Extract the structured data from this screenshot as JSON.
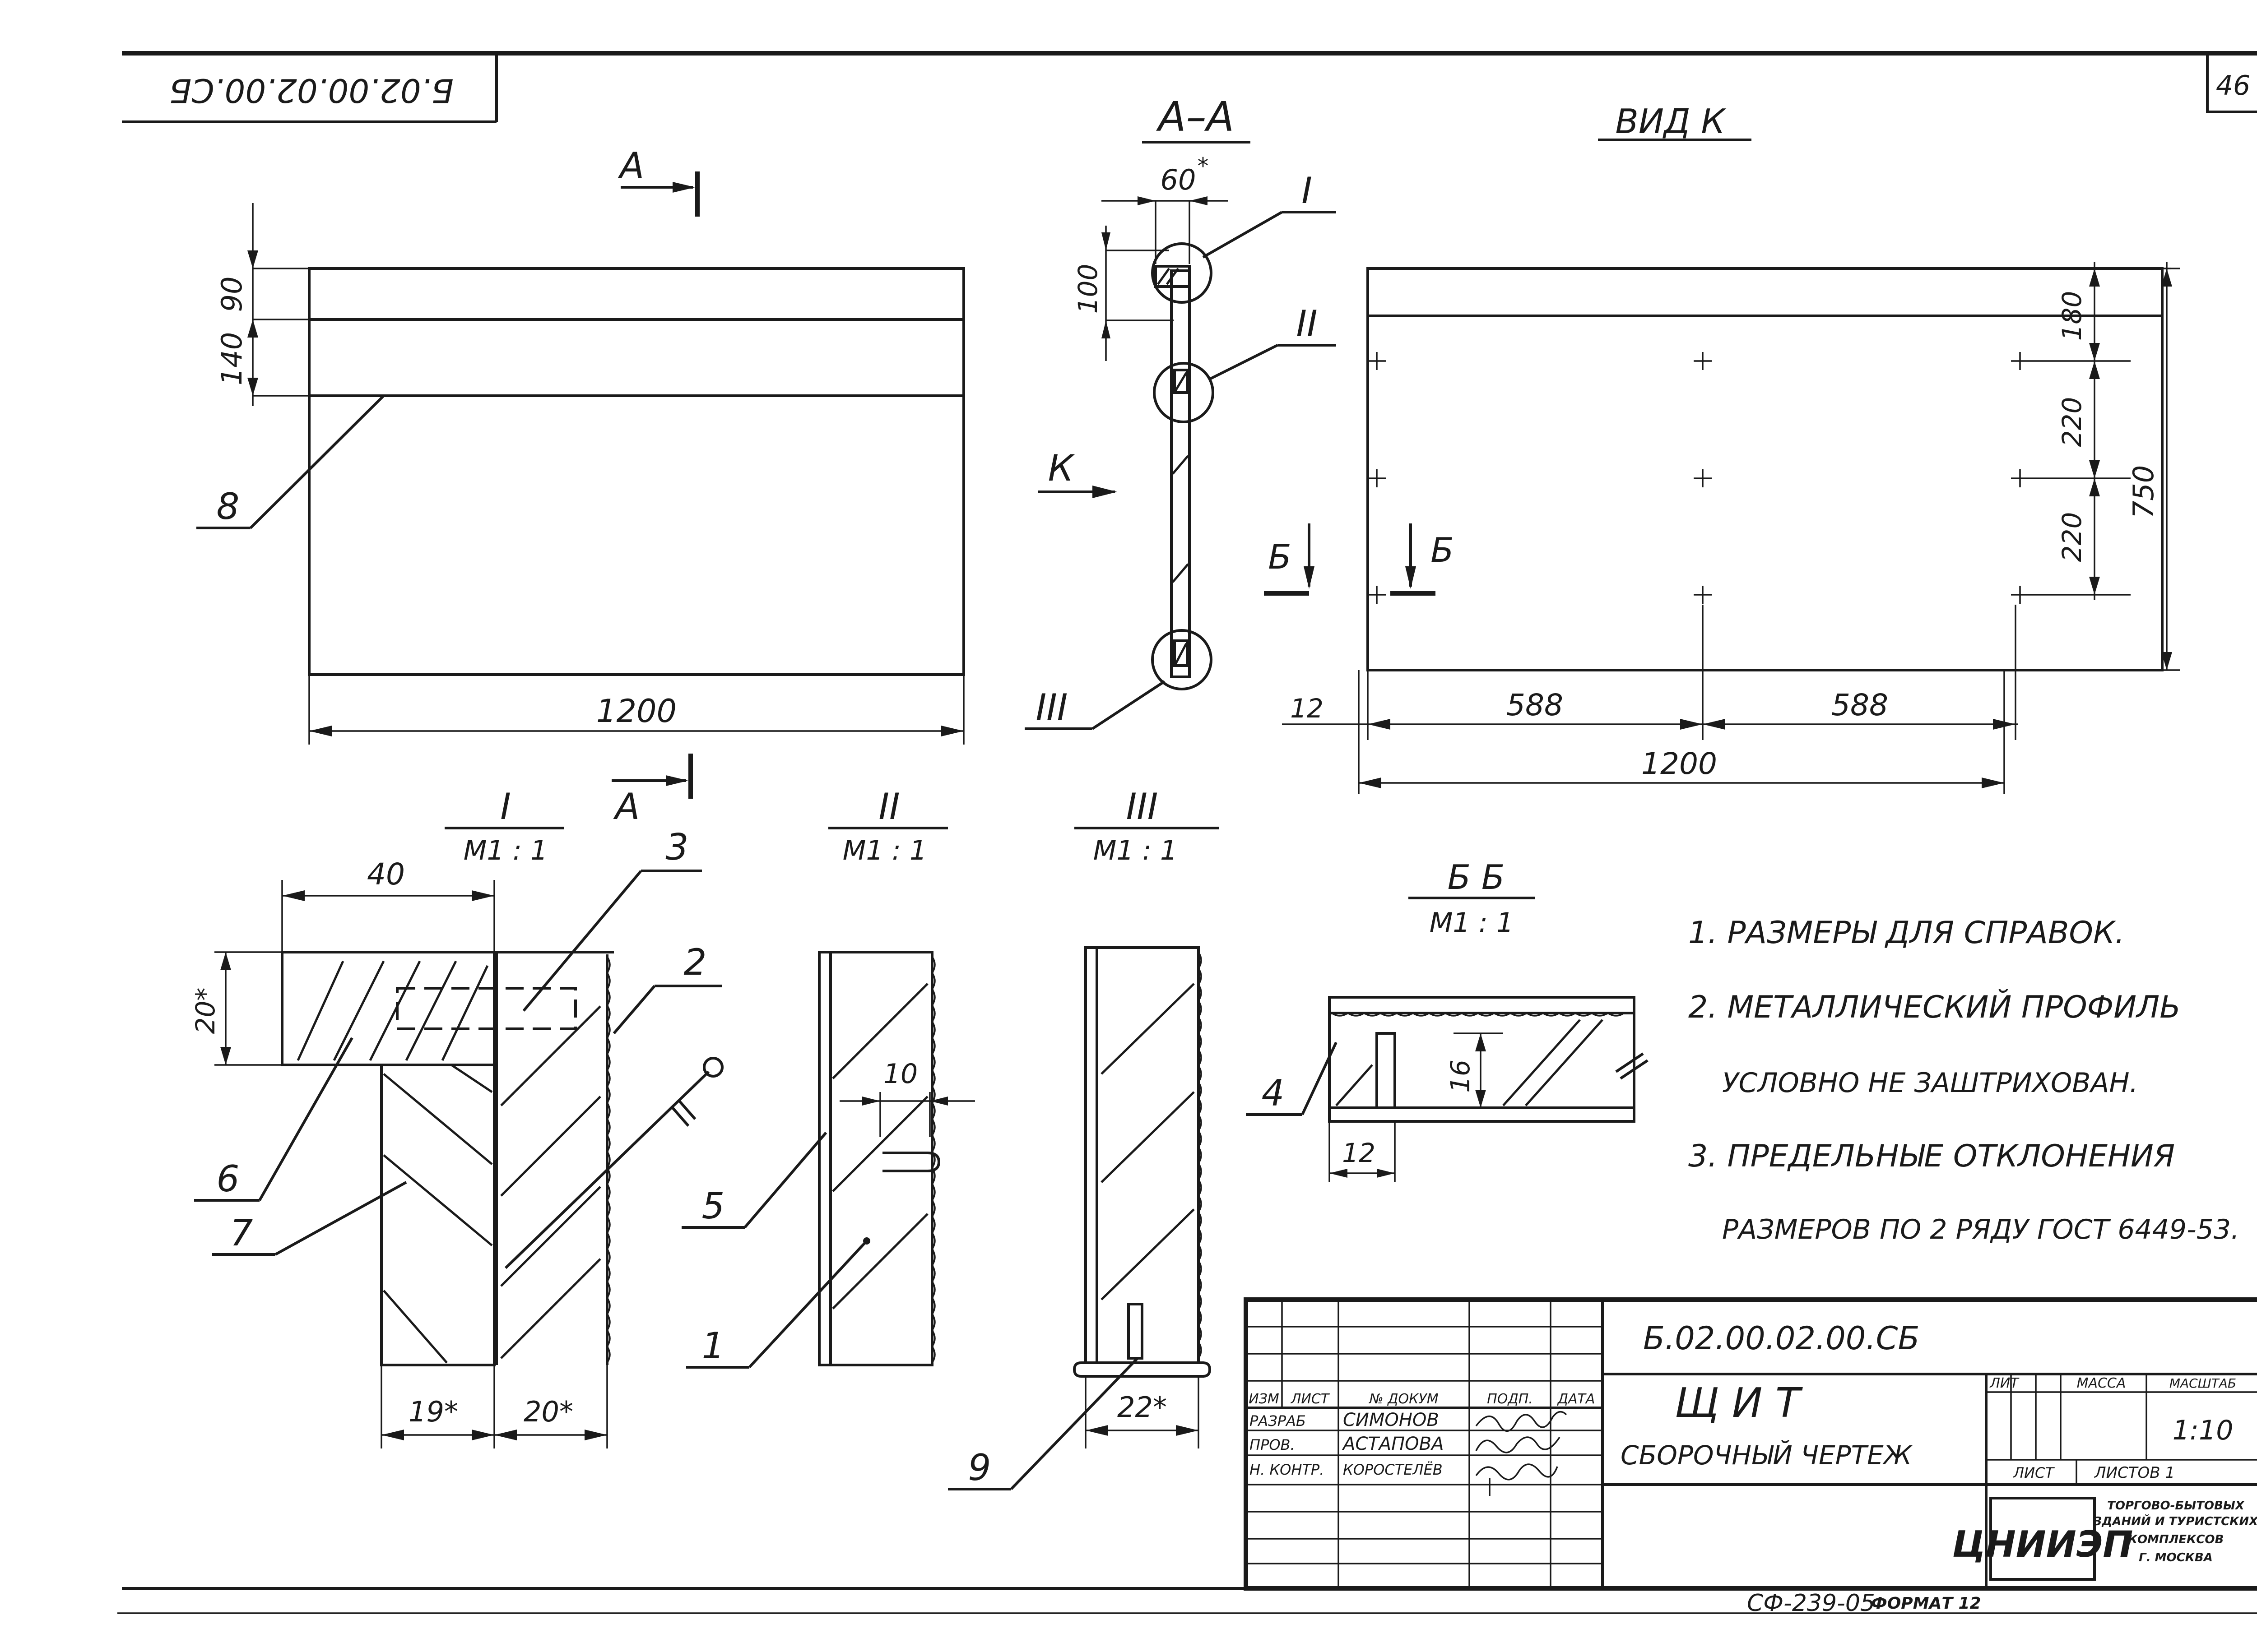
{
  "stamp_rotated": "Б.02.00.02.00.СБ",
  "sheet_number": "46",
  "views": {
    "section_aa": "А–А",
    "view_k": "ВИД  К",
    "cut_a": "А",
    "cut_b": "Б",
    "arrow_k": "К"
  },
  "dims_front": {
    "d90": "90",
    "d140": "140",
    "d1200": "1200"
  },
  "dims_section": {
    "d60": "60",
    "d60_star": "*",
    "d100": "100"
  },
  "dims_viewk": {
    "d180": "180",
    "d220a": "220",
    "d220b": "220",
    "d750": "750",
    "d12": "12",
    "d588a": "588",
    "d588b": "588",
    "d1200": "1200"
  },
  "callouts": {
    "c1": "1",
    "c2": "2",
    "c3": "3",
    "c4": "4",
    "c5": "5",
    "c6": "6",
    "c7": "7",
    "c8": "8",
    "c9": "9"
  },
  "roman": {
    "r1": "I",
    "r2": "II",
    "r3": "III"
  },
  "detail_I": {
    "title": "I",
    "scale": "М1 : 1",
    "d40": "40",
    "d20": "20*",
    "d19": "19*",
    "d20b": "20*"
  },
  "detail_II": {
    "title": "II",
    "scale": "М1 : 1",
    "d10": "10"
  },
  "detail_III": {
    "title": "III",
    "scale": "М1 : 1",
    "d22": "22*"
  },
  "detail_BB": {
    "title": "Б  Б",
    "scale": "М1 : 1",
    "d16": "16",
    "d12": "12"
  },
  "notes": [
    "1. РАЗМЕРЫ ДЛЯ СПРАВОК.",
    "2. МЕТАЛЛИЧЕСКИЙ ПРОФИЛЬ",
    "УСЛОВНО НЕ ЗАШТРИХОВАН.",
    "3. ПРЕДЕЛЬНЫЕ ОТКЛОНЕНИЯ",
    "РАЗМЕРОВ ПО 2 РЯДУ ГОСТ 6449-53."
  ],
  "title_block": {
    "code": "Б.02.00.02.00.СБ",
    "name": "Щ И Т",
    "subtitle": "СБОРОЧНЫЙ ЧЕРТЕЖ",
    "hdr": [
      "ИЗМ",
      "ЛИСТ",
      "№ ДОКУМ",
      "ПОДП.",
      "ДАТА"
    ],
    "roles": [
      "РАЗРАБ",
      "ПРОВ.",
      "Н. КОНТР."
    ],
    "people": [
      "СИМОНОВ",
      "АСТАПОВА",
      "КОРОСТЕЛЁВ"
    ],
    "lit": "ЛИТ",
    "mass": "МАССА",
    "scale_label": "МАСШТАБ",
    "scale_value": "1:10",
    "sheet": "ЛИСТ",
    "sheets": "ЛИСТОВ  1",
    "org_logo": "ЦНИИЭП",
    "org": [
      "ТОРГОВО-БЫТОВЫХ",
      "ЗДАНИЙ И ТУРИСТСКИХ",
      "КОМПЛЕКСОВ",
      "Г. МОСКВА"
    ],
    "format_code": "СФ-239-05",
    "format": "ФОРМАТ 12"
  }
}
